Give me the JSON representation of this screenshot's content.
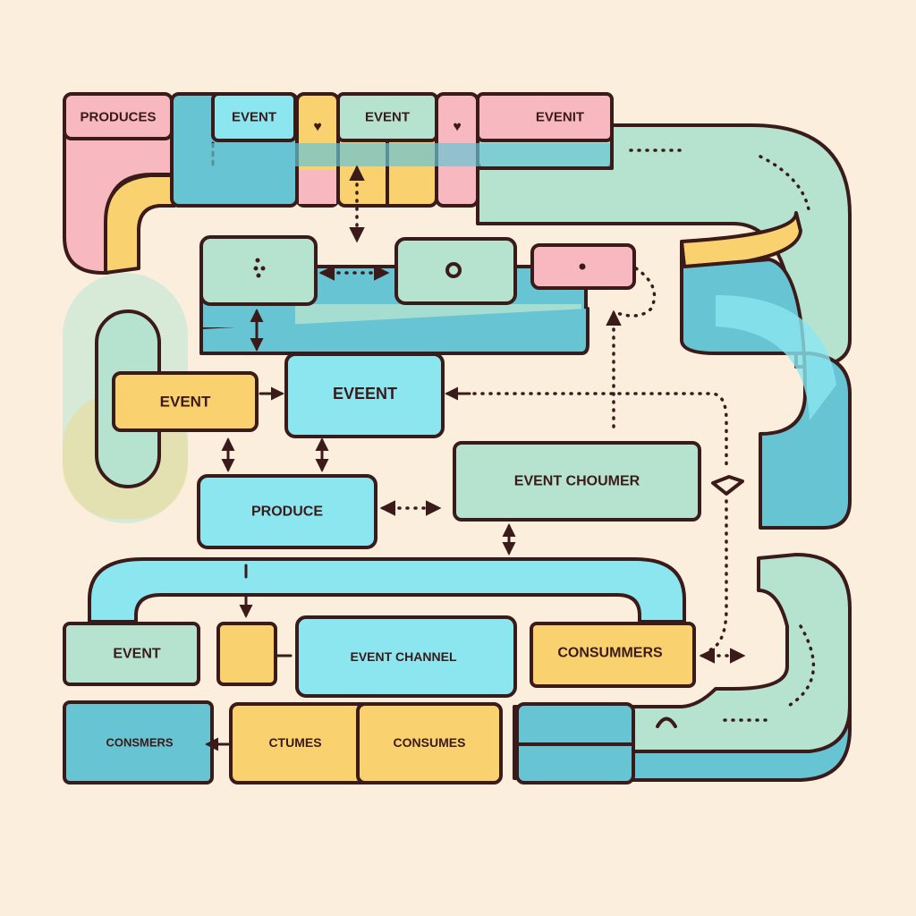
{
  "colors": {
    "background": "#fbeedd",
    "outline": "#3b1a1a",
    "pink": "#f7b9bf",
    "teal": "#67c4d3",
    "cyan": "#8be6f0",
    "mint": "#b5e3cf",
    "yellow": "#f9d16e"
  },
  "top_row": {
    "produces": "PRODUCES",
    "event_1": "EVENT",
    "event_2": "EVENT",
    "event_3": "EVENIT"
  },
  "middle": {
    "event_left": "EVENT",
    "event_center": "EVEENT",
    "produce": "PRODUCE",
    "event_consumer": "EVENT CHOUMER"
  },
  "bottom_row": {
    "event": "EVENT",
    "event_channel": "EVENT CHANNEL",
    "consumers": "CONSUMMERS"
  },
  "base_row": {
    "consmers": "CONSMERS",
    "ctumes": "CTUMES",
    "consumes": "CONSUMES"
  },
  "icons": [
    "three-dots-icon",
    "circle-dot-icon",
    "dot-icon",
    "heart-icon",
    "diamond-icon",
    "arc-icon"
  ]
}
